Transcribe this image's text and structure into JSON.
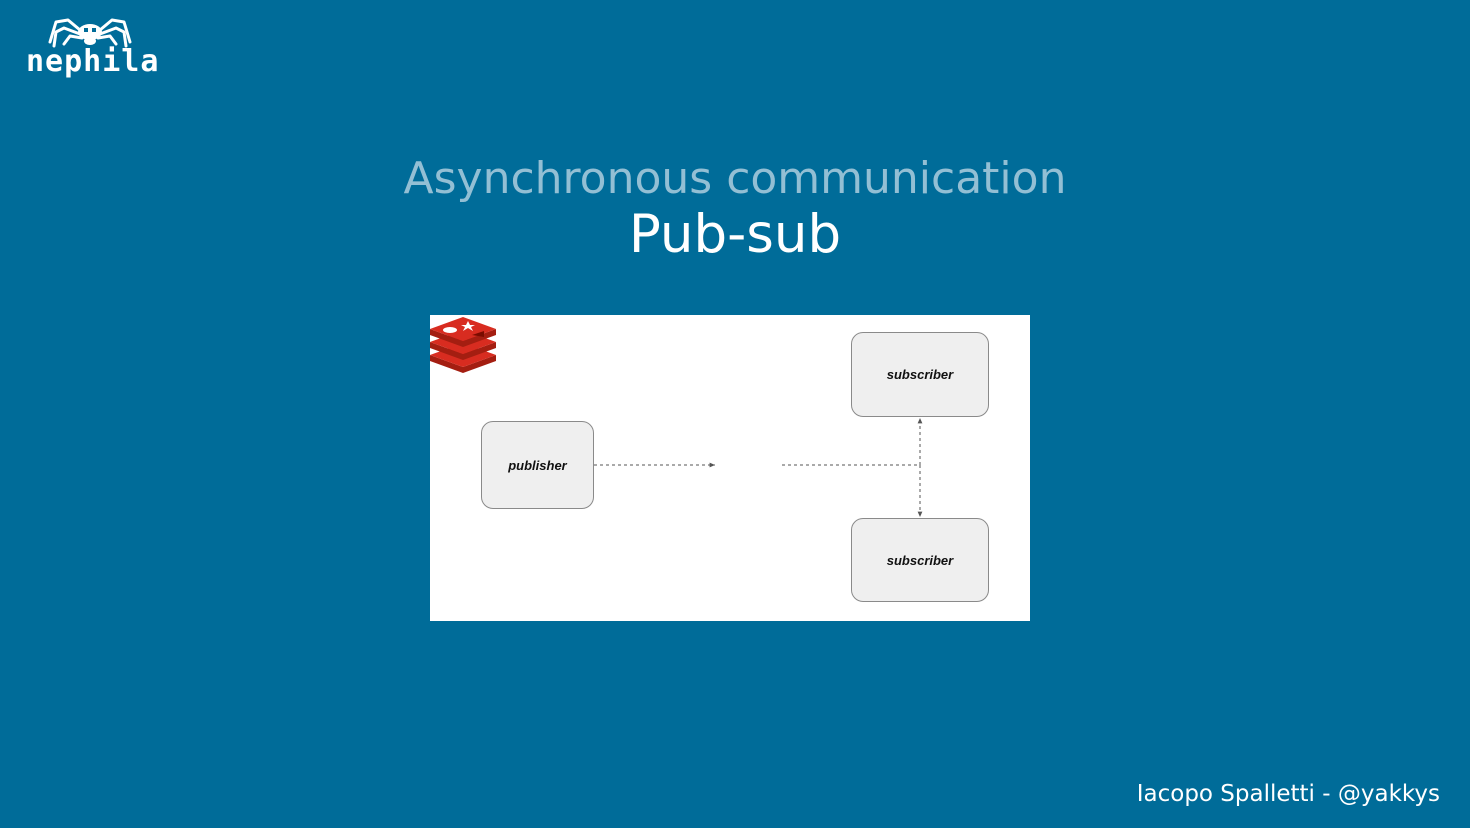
{
  "brand": {
    "name": "nephila"
  },
  "slide": {
    "subtitle": "Asynchronous communication",
    "title": "Pub-sub"
  },
  "diagram": {
    "publisher_label": "publisher",
    "subscriber_top_label": "subscriber",
    "subscriber_bottom_label": "subscriber",
    "broker_icon": "redis-icon"
  },
  "footer": {
    "author": "Iacopo Spalletti - @yakkys"
  },
  "colors": {
    "background": "#006c99",
    "subtitle": "#93bfd4",
    "broker_red": "#d82c20"
  }
}
